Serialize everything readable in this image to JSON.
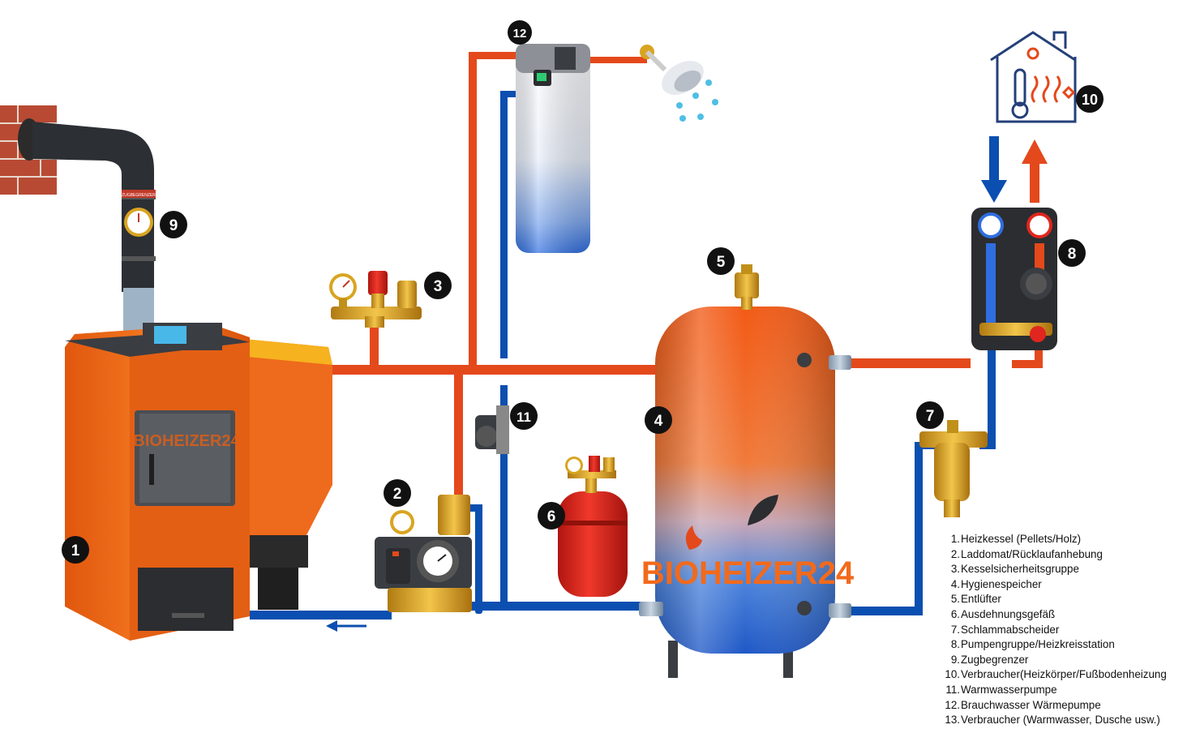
{
  "brand": {
    "logo_text_small": "BIOHEIZER24",
    "logo_text_large": "BIOHEIZER24",
    "tag_text": "ZUGBEGRENZER"
  },
  "markers": [
    "1",
    "2",
    "3",
    "4",
    "5",
    "6",
    "7",
    "8",
    "9",
    "10",
    "11",
    "12"
  ],
  "legend": [
    {
      "num": "1.",
      "label": "Heizkessel (Pellets/Holz)"
    },
    {
      "num": "2.",
      "label": "Laddomat/Rücklaufanhebung"
    },
    {
      "num": "3.",
      "label": "Kesselsicherheitsgruppe"
    },
    {
      "num": "4.",
      "label": "Hygienespeicher"
    },
    {
      "num": "5.",
      "label": "Entlüfter"
    },
    {
      "num": "6.",
      "label": "Ausdehnungsgefäß"
    },
    {
      "num": "7.",
      "label": "Schlammabscheider"
    },
    {
      "num": "8.",
      "label": "Pumpengruppe/Heizkreisstation"
    },
    {
      "num": "9.",
      "label": "Zugbegrenzer"
    },
    {
      "num": "10.",
      "label": "Verbraucher(Heizkörper/Fußbodenheizung"
    },
    {
      "num": "11.",
      "label": "Warmwasserpumpe"
    },
    {
      "num": "12.",
      "label": "Brauchwasser Wärmepumpe"
    },
    {
      "num": "13.",
      "label": "Verbraucher (Warmwasser, Dusche usw.)"
    }
  ],
  "colors": {
    "hot_pipe": "#e4491c",
    "cold_pipe": "#0b4fb0",
    "boiler": "#f26a1b",
    "tank_top": "#f25a16",
    "tank_bottom": "#2e6fd6",
    "vessel": "#e0261e",
    "brass": "#d9a420"
  },
  "icons": [
    "chimney-icon",
    "shower-icon",
    "house-thermometer-icon",
    "flow-arrow-icon",
    "pressure-gauge-icon",
    "pump-icon"
  ]
}
